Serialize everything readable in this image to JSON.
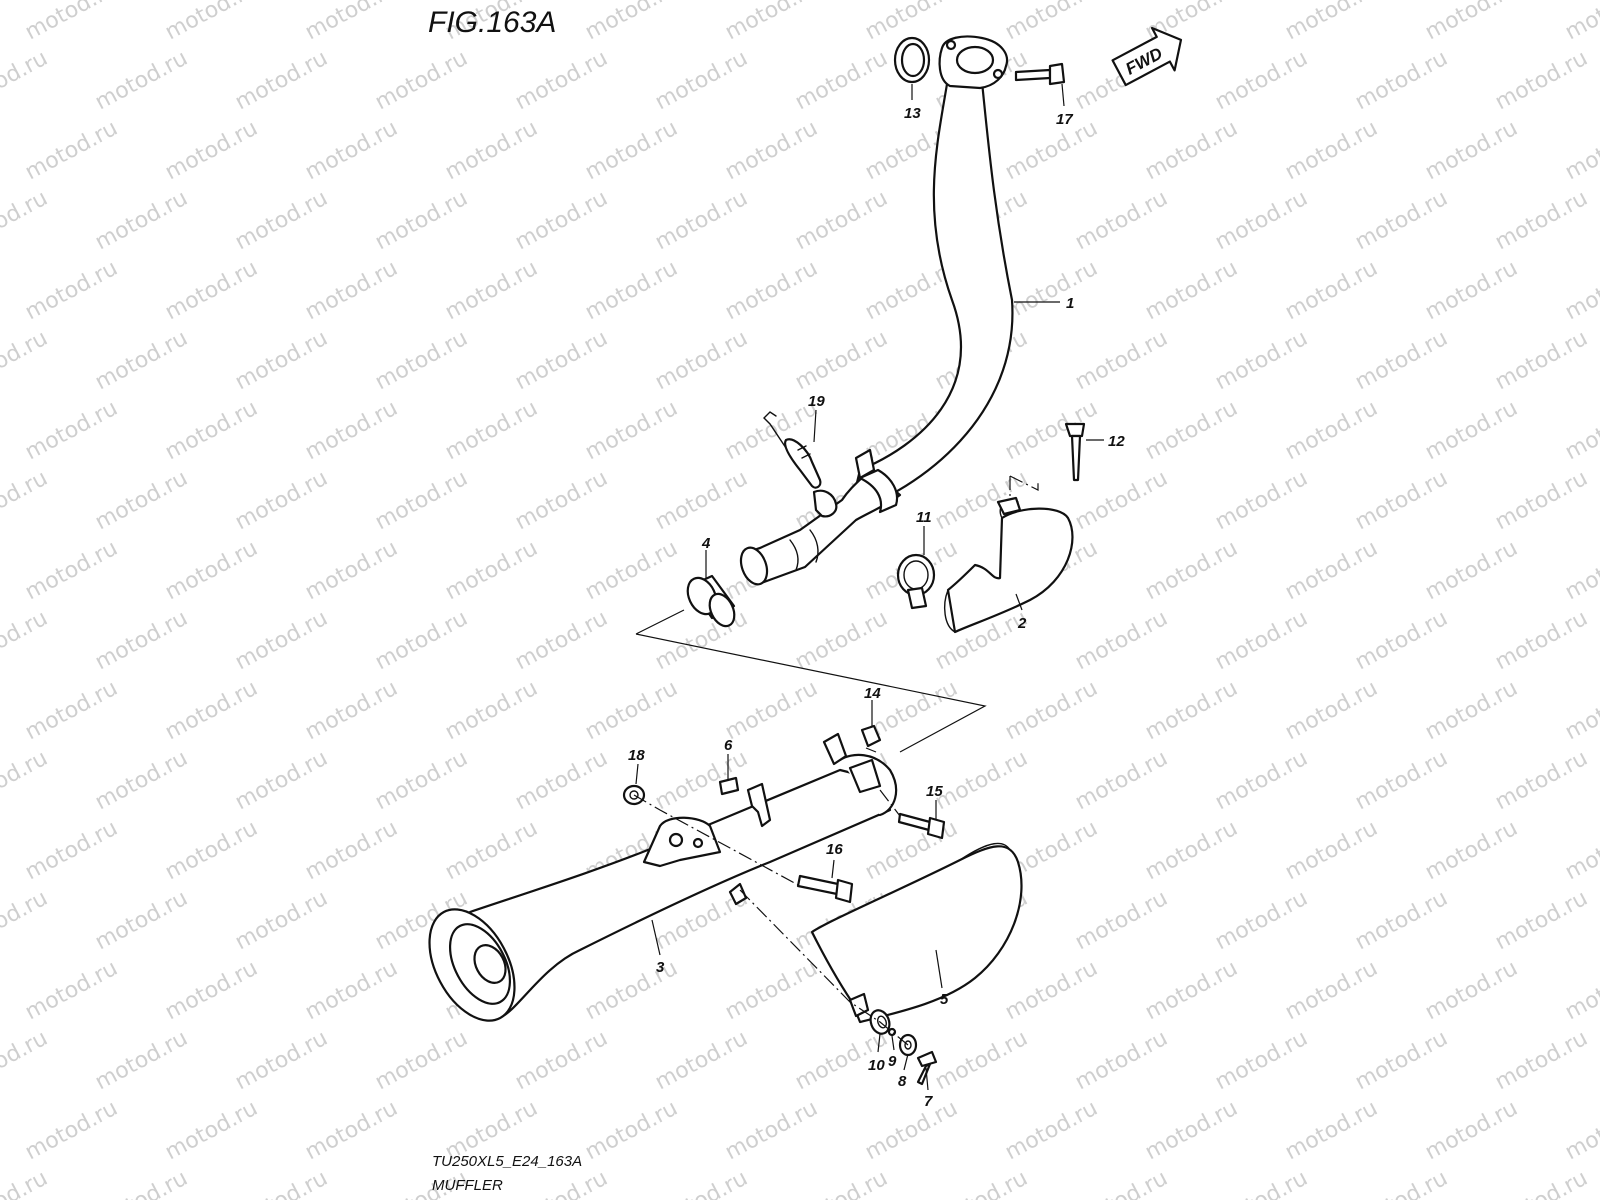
{
  "figure": {
    "title": "FIG.163A",
    "code": "TU250XL5_E24_163A",
    "name": "MUFFLER",
    "fwd_label": "FWD",
    "watermark": "motod.ru"
  },
  "callouts": [
    {
      "id": "1",
      "label": "1"
    },
    {
      "id": "2",
      "label": "2"
    },
    {
      "id": "3",
      "label": "3"
    },
    {
      "id": "4",
      "label": "4"
    },
    {
      "id": "5",
      "label": "5"
    },
    {
      "id": "6",
      "label": "6"
    },
    {
      "id": "7",
      "label": "7"
    },
    {
      "id": "8",
      "label": "8"
    },
    {
      "id": "9",
      "label": "9"
    },
    {
      "id": "10",
      "label": "10"
    },
    {
      "id": "11",
      "label": "11"
    },
    {
      "id": "12",
      "label": "12"
    },
    {
      "id": "13",
      "label": "13"
    },
    {
      "id": "14",
      "label": "14"
    },
    {
      "id": "15",
      "label": "15"
    },
    {
      "id": "16",
      "label": "16"
    },
    {
      "id": "17",
      "label": "17"
    },
    {
      "id": "18",
      "label": "18"
    },
    {
      "id": "19",
      "label": "19"
    }
  ]
}
